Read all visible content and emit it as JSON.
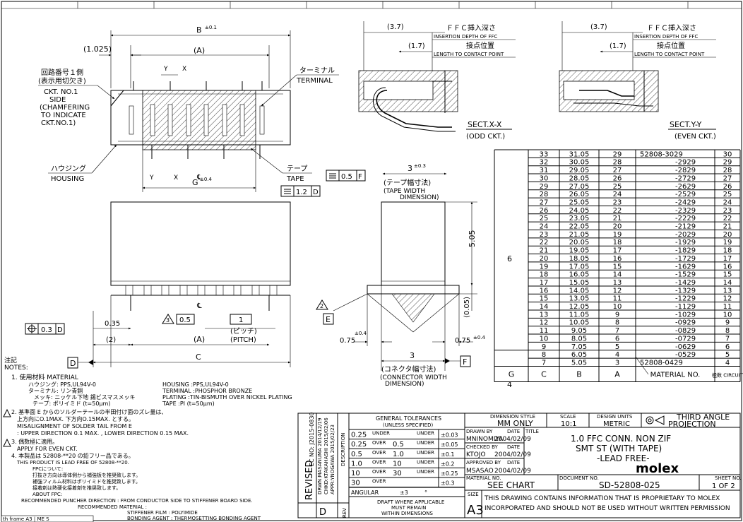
{
  "notes": {
    "heading_jp": "注記",
    "heading_en": "NOTES:",
    "lines": [
      "1. 使用材料 MATERIAL",
      "ハウジング: PPS,UL94V-0",
      "ターミナル: リン青銅",
      "メッキ: ニッケル下地 錫ビスマスメッキ",
      "テープ: ポリイミド (t=50μm)",
      "HOUSING :PPS,UL94V-0",
      "TERMINAL :PHOSPHOR BRONZE",
      "PLATING :TIN-BISMUTH OVER NICKEL PLATING",
      "TAPE :PI (t=50μm)",
      "2. 基準面 E からのソルダーテールの半田付け面のズレ量は、",
      "上方向にO.1MAX. 下方向O.15MAX. とする。",
      "MISALIGNMENT OF SOLDER TAIL FROM E",
      ": UPPER DIRECTION 0.1 MAX. , LOWER DIRECTION 0.15 MAX.",
      "3. 偶数極に適用。",
      "APPLY FOR EVEN CKT.",
      "4. 本製品は 52808-**20 の鉛フリー品である。",
      "THIS PRODUCT IS LEAD FREE OF 52808-**20.",
      "FPCについて:",
      "打抜き方向は導体側から補強板を推奨致します。",
      "補強フィルム材料はポリイミドを推奨致します。",
      "接着剤は熱硬化接着剤を推奨致します。",
      "ABOUT FPC:",
      "RECOMMENDED PUNCHER DIRECTION : FROM CONDUCTOR SIDE TO STIFFENER BOARD SIDE.",
      "RECOMMENDED MATERIAL :",
      "STIFFENER FILM : POLYIMIDE",
      "BONDING AGENT : THERMOSETTING BONDING AGENT"
    ],
    "bottom_clip": "th frame A3 | ME S"
  },
  "front_view": {
    "dim_b": "B",
    "dim_b_tol": "±0.1",
    "dim_1025": "(1.025)",
    "dim_a": "(A)",
    "dim_g": "G",
    "dim_g_tol": "±0.4",
    "ckt_label_jp": "回路番号１側",
    "ckt_label_jp2": "(表示用切欠き)",
    "ckt_label_en": [
      "CKT. NO.1",
      "SIDE",
      "(CHAMFERING",
      "TO INDICATE",
      "CKT.NO.1)"
    ],
    "terminal_jp": "ターミナル",
    "terminal_en": "TERMINAL",
    "housing_jp": "ハウジング",
    "housing_en": "HOUSING",
    "tape_jp": "テープ",
    "tape_en": "TAPE",
    "y": "Y",
    "x": "X",
    "cl": "℄",
    "fcf_12": "1.2",
    "fcf_12_ref": "D",
    "fcf_05": "0.5",
    "fcf_05_ref": "F"
  },
  "bottom_view": {
    "dim_035": "0.35",
    "dim_2": "(2)",
    "dim_a": "(A)",
    "dim_c": "C",
    "ref_d": "D",
    "fcf_03": "0.3",
    "fcf_03_ref": "D",
    "note3": "3",
    "dim_05": "0.5",
    "dim_1": "1",
    "pitch_jp": "(ピッチ)",
    "pitch_en": "(PITCH)",
    "note2": "2",
    "ref_e": "E"
  },
  "side_view": {
    "dim_3_top": "3",
    "dim_3_top_tol": "±0.3",
    "tape_width_jp": "(テープ幅寸法)",
    "tape_width_en": [
      "(TAPE WIDTH",
      "DIMENSION)"
    ],
    "dim_505": "5.05",
    "dim_005": "(0.05)",
    "dim_075_l": "0.75",
    "dim_075_l_tol": "±0.4",
    "dim_075_r": "0.75",
    "dim_075_r_tol": "±0.4",
    "dim_3": "3",
    "conn_width_jp": "(コネクタ幅寸法)",
    "conn_width_en": [
      "(CONNECTOR WIDTH",
      "DIMENSION)"
    ],
    "ref_f": "F"
  },
  "sections": [
    {
      "dim_37": "(3.7)",
      "dim_17": "(1.7)",
      "ffc_jp": "ＦＦＣ挿入深さ",
      "ffc_en": "INSERTION DEPTH OF FFC",
      "contact_jp": "接点位置",
      "contact_en": "LENGTH TO CONTACT POINT",
      "sect": "SECT.X-X",
      "ckt": "(ODD CKT.)"
    },
    {
      "dim_37": "(3.7)",
      "dim_17": "(1.7)",
      "ffc_jp": "ＦＦＣ挿入深さ",
      "ffc_en": "INSERTION DEPTH OF FFC",
      "contact_jp": "接点位置",
      "contact_en": "LENGTH TO CONTACT POINT",
      "sect": "SECT.Y-Y",
      "ckt": "(EVEN CKT.)"
    }
  ],
  "chart_table": {
    "headers": [
      "G",
      "C",
      "B",
      "A",
      "MATERIAL NO.",
      "極数 CIRCUIT"
    ],
    "group6": "6",
    "group4": "4",
    "rows": [
      [
        "33",
        "31.05",
        "29",
        "52808-3029",
        "30"
      ],
      [
        "32",
        "30.05",
        "28",
        "-2929",
        "29"
      ],
      [
        "31",
        "29.05",
        "27",
        "-2829",
        "28"
      ],
      [
        "30",
        "28.05",
        "26",
        "-2729",
        "27"
      ],
      [
        "29",
        "27.05",
        "25",
        "-2629",
        "26"
      ],
      [
        "28",
        "26.05",
        "24",
        "-2529",
        "25"
      ],
      [
        "27",
        "25.05",
        "23",
        "-2429",
        "24"
      ],
      [
        "26",
        "24.05",
        "22",
        "-2329",
        "23"
      ],
      [
        "25",
        "23.05",
        "21",
        "-2229",
        "22"
      ],
      [
        "24",
        "22.05",
        "20",
        "-2129",
        "21"
      ],
      [
        "23",
        "21.05",
        "19",
        "-2029",
        "20"
      ],
      [
        "22",
        "20.05",
        "18",
        "-1929",
        "19"
      ],
      [
        "21",
        "19.05",
        "17",
        "-1829",
        "18"
      ],
      [
        "20",
        "18.05",
        "16",
        "-1729",
        "17"
      ],
      [
        "19",
        "17.05",
        "15",
        "-1629",
        "16"
      ],
      [
        "18",
        "16.05",
        "14",
        "-1529",
        "15"
      ],
      [
        "17",
        "15.05",
        "13",
        "-1429",
        "14"
      ],
      [
        "16",
        "14.05",
        "12",
        "-1329",
        "13"
      ],
      [
        "15",
        "13.05",
        "11",
        "-1229",
        "12"
      ],
      [
        "14",
        "12.05",
        "10",
        "-1129",
        "11"
      ],
      [
        "13",
        "11.05",
        "9",
        "-1029",
        "10"
      ],
      [
        "12",
        "10.05",
        "8",
        "-0929",
        "9"
      ],
      [
        "11",
        "9.05",
        "7",
        "-0829",
        "8"
      ],
      [
        "10",
        "8.05",
        "6",
        "-0729",
        "7"
      ],
      [
        "9",
        "7.05",
        "5",
        "-0629",
        "6"
      ],
      [
        "8",
        "6.05",
        "4",
        "-0529",
        "5"
      ],
      [
        "7",
        "5.05",
        "3",
        "52808-0429",
        "4"
      ]
    ]
  },
  "title_block": {
    "revised": "REVISED",
    "ec_no": "EC NO: J2015-0830",
    "drwn": "DRWN:MASANUMA 2014/12/19",
    "chkd": "CHKD:KTAKAHASHI 2015/02/06",
    "appr": "APPR:YNOGAWA 2015/02/23",
    "rev": "D",
    "rev_label": "REV",
    "description": "DESCRIPTION",
    "tol_title": "GENERAL TOLERANCES",
    "tol_sub": "(UNLESS SPECIFIED)",
    "tol_rows": [
      [
        "0.25",
        "UNDER",
        "",
        "UNDER",
        "±0.03"
      ],
      [
        "0.25",
        "OVER",
        "0.5",
        "UNDER",
        "±0.05"
      ],
      [
        "0.5",
        "OVER",
        "1.0",
        "UNDER",
        "±0.1"
      ],
      [
        "1.0",
        "OVER",
        "10",
        "UNDER",
        "±0.2"
      ],
      [
        "10",
        "OVER",
        "30",
        "UNDER",
        "±0.25"
      ],
      [
        "30",
        "OVER",
        "",
        "",
        "±0.3"
      ]
    ],
    "angular": "ANGULAR",
    "angular_val": "±3",
    "angular_unit": "°",
    "draft1": "DRAFT WHERE APPLICABLE",
    "draft2": "MUST REMAIN",
    "draft3": "WITHIN DIMENSIONS",
    "dim_style_label": "DIMENSION STYLE",
    "dim_style": "MM ONLY",
    "scale_label": "SCALE",
    "scale": "10:1",
    "units_label": "DESIGN UNITS",
    "units": "METRIC",
    "projection": "THIRD ANGLE",
    "projection2": "PROJECTION",
    "drawn_by_label": "DRAWN BY",
    "drawn_by": "MNINOMIYA",
    "date_label": "DATE",
    "drawn_date": "2004/02/09",
    "checked_by_label": "CHECKED BY",
    "checked_by": "KTOJO",
    "checked_date": "2004/02/09",
    "approved_by_label": "APPROVED BY",
    "approved_by": "MSASAO",
    "approved_date": "2004/02/09",
    "title_label": "TITLE",
    "title1": "1.0 FFC CONN. NON ZIF",
    "title2": "SMT ST (WITH TAPE)",
    "title3": "-LEAD FREE-",
    "logo": "molex",
    "material_no_label": "MATERIAL NO.",
    "material_no": "SEE CHART",
    "document_no_label": "DOCUMENT NO.",
    "document_no": "SD-52808-025",
    "sheet_no_label": "SHEET NO.",
    "sheet_no": "1 OF 2",
    "size_label": "SIZE",
    "size": "A3",
    "prop1": "THIS DRAWING CONTAINS INFORMATION THAT IS PROPRIETARY TO MOLEX",
    "prop2": "INCORPORATED AND SHOULD NOT BE USED WITHOUT WRITTEN PERMISSION"
  }
}
